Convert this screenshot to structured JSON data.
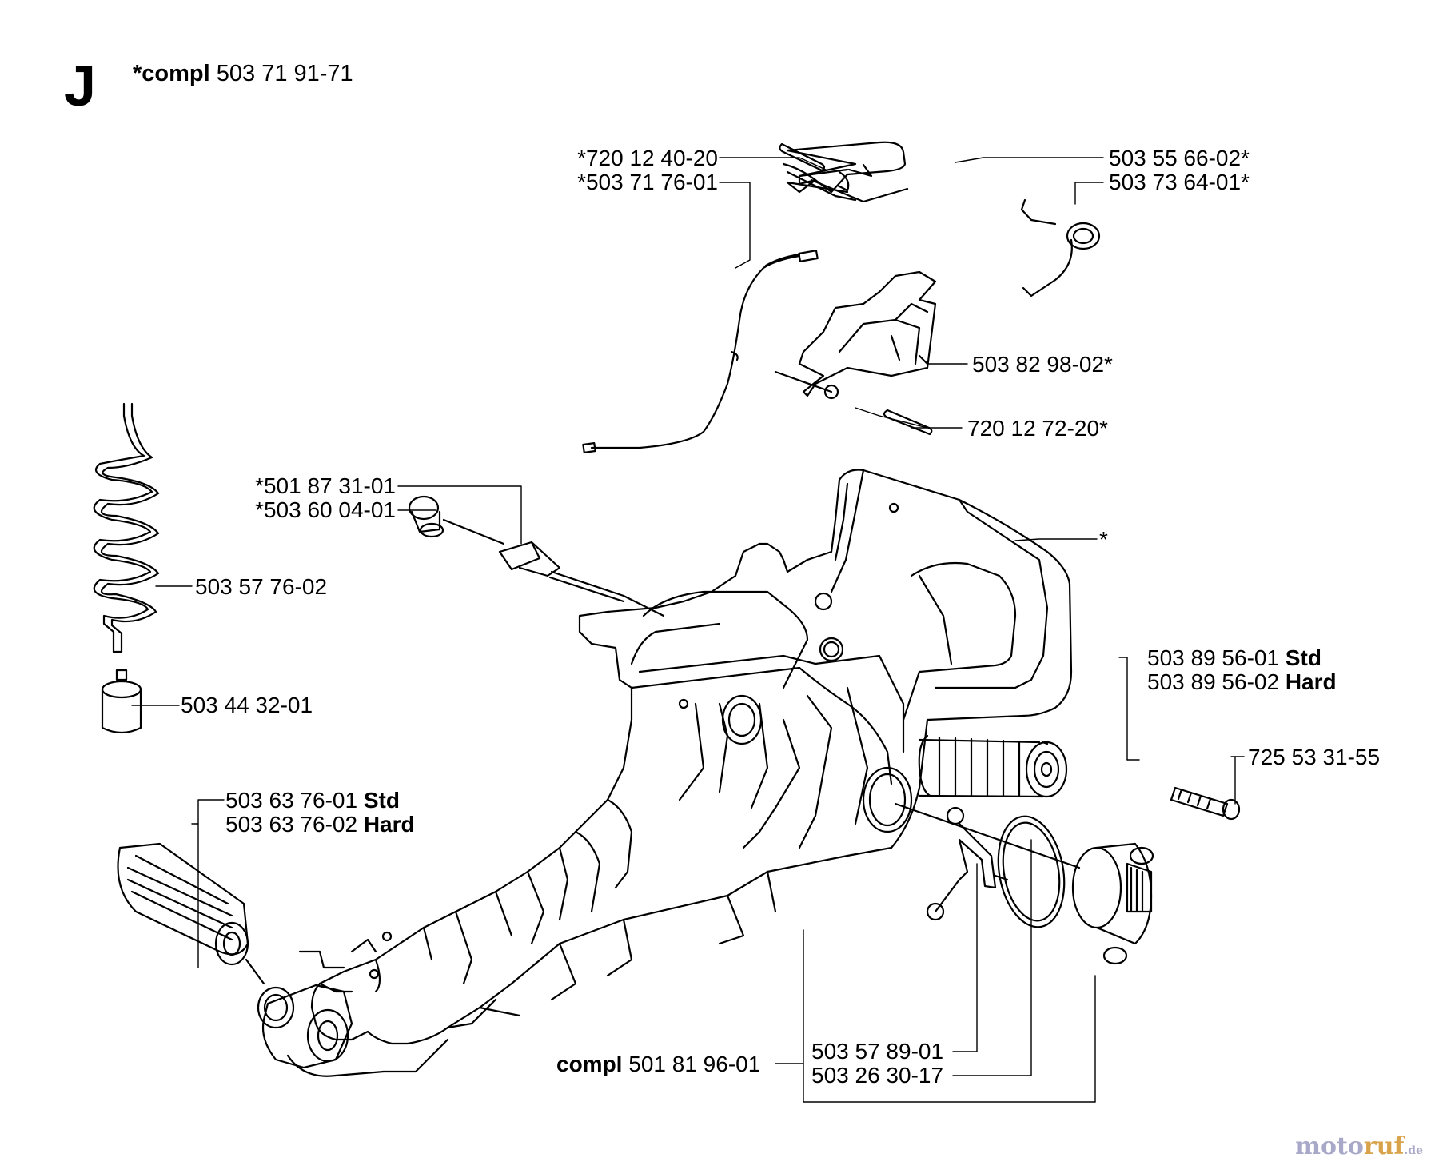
{
  "header": {
    "section_letter": "J",
    "compl_prefix": "*compl",
    "compl_number": "503 71 91-71"
  },
  "parts": [
    {
      "id": "p1",
      "number": "*720 12 40-20"
    },
    {
      "id": "p2",
      "number": "*503 71 76-01"
    },
    {
      "id": "p3",
      "number": "503 55 66-02*"
    },
    {
      "id": "p4",
      "number": "503 73 64-01*"
    },
    {
      "id": "p5",
      "number": "503 82 98-02*"
    },
    {
      "id": "p6",
      "number": "720 12 72-20*"
    },
    {
      "id": "p7",
      "number": "*501 87 31-01"
    },
    {
      "id": "p8",
      "number": "*503 60 04-01"
    },
    {
      "id": "p9",
      "number": "*"
    },
    {
      "id": "p10",
      "number": "503 57 76-02"
    },
    {
      "id": "p11",
      "number": "503 44 32-01"
    },
    {
      "id": "p12",
      "number": "503 89 56-01",
      "suffix": "Std"
    },
    {
      "id": "p13",
      "number": "503 89 56-02",
      "suffix": "Hard"
    },
    {
      "id": "p14",
      "number": "725 53 31-55"
    },
    {
      "id": "p15",
      "number": "503 63 76-01",
      "suffix": "Std"
    },
    {
      "id": "p16",
      "number": "503 63 76-02",
      "suffix": "Hard"
    },
    {
      "id": "p17",
      "number": "503 57 89-01"
    },
    {
      "id": "p18",
      "number": "503 26 30-17"
    }
  ],
  "assembly": {
    "prefix": "compl",
    "number": "501 81 96-01"
  },
  "watermark": {
    "part1": "moto",
    "part2": "ruf",
    "tld": ".de"
  }
}
